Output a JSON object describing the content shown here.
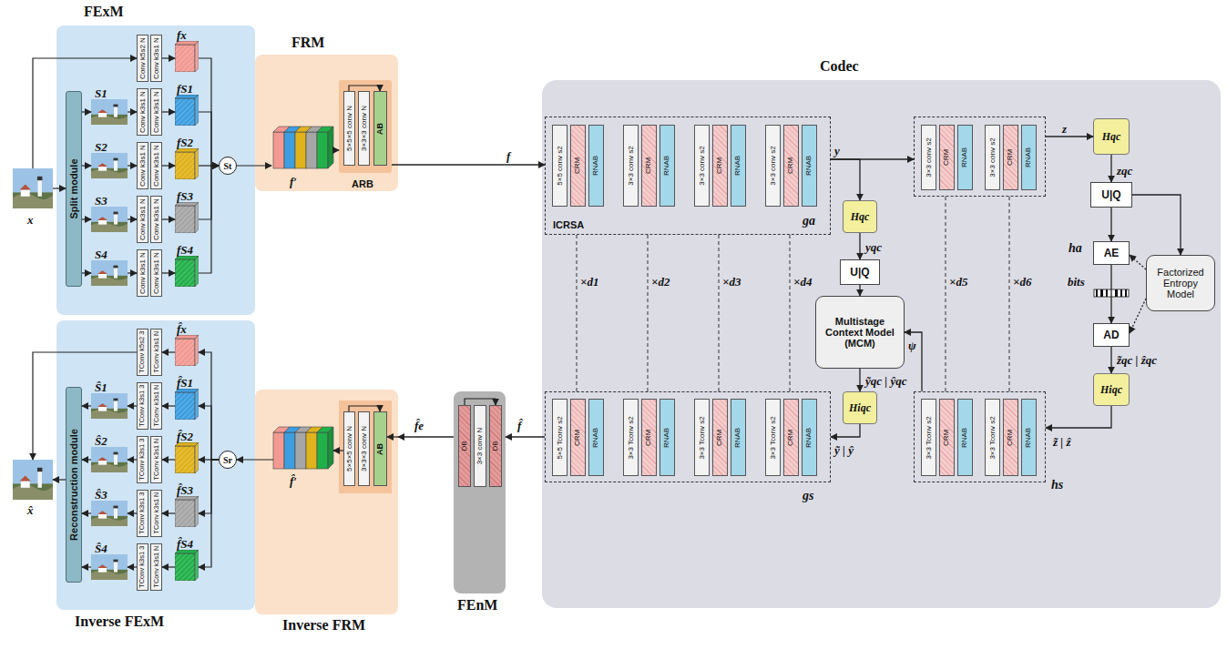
{
  "diagram": {
    "nodes": [
      {
        "text": [
          "FExM"
        ]
      },
      {
        "text": [
          "Split module"
        ],
        "in": 0
      },
      {
        "text": [
          "Conv k5s2 N"
        ],
        "in": 0
      },
      {
        "text": [
          "Conv k3s1 N"
        ],
        "in": 0
      },
      {
        "text": [
          "Conv k3s1 N"
        ],
        "in": 0
      },
      {
        "text": [
          "Conv k3s1 N"
        ],
        "in": 0
      },
      {
        "text": [
          "Conv k3s1 N"
        ],
        "in": 0
      },
      {
        "text": [
          "Conv k3s1 N"
        ],
        "in": 0
      },
      {
        "text": [
          "Conv k3s1 N"
        ],
        "in": 0
      },
      {
        "text": [
          "Conv k3s1 N"
        ],
        "in": 0
      },
      {
        "text": [
          "Conv k3s1 N"
        ],
        "in": 0
      },
      {
        "text": [
          "Conv k3s1 N"
        ],
        "in": 0
      },
      {
        "text": [
          "St"
        ],
        "in": 0
      },
      {
        "text": [
          "FRM"
        ]
      },
      {
        "text": [
          "ARB"
        ],
        "in": 13
      },
      {
        "text": [
          "5×5×5 conv N"
        ],
        "in": 14
      },
      {
        "text": [
          "3×3×3 conv N"
        ],
        "in": 14
      },
      {
        "text": [
          "AB"
        ],
        "in": 14
      },
      {
        "text": [
          "Codec"
        ]
      },
      {
        "text": [
          "ICRSA",
          "ga"
        ],
        "in": 18
      },
      {
        "text": [
          "5×5 conv s2"
        ],
        "in": 19
      },
      {
        "text": [
          "CRM"
        ],
        "in": 19
      },
      {
        "text": [
          "RNAB"
        ],
        "in": 19
      },
      {
        "text": [
          "3×3 conv s2"
        ],
        "in": 19
      },
      {
        "text": [
          "CRM"
        ],
        "in": 19
      },
      {
        "text": [
          "RNAB"
        ],
        "in": 19
      },
      {
        "text": [
          "3×3 conv s2"
        ],
        "in": 19
      },
      {
        "text": [
          "CRM"
        ],
        "in": 19
      },
      {
        "text": [
          "RNAB"
        ],
        "in": 19
      },
      {
        "text": [
          "3×3 conv s2"
        ],
        "in": 19
      },
      {
        "text": [
          "CRM"
        ],
        "in": 19
      },
      {
        "text": [
          "RNAB"
        ],
        "in": 19
      },
      {
        "text": [
          "ha"
        ],
        "in": 18
      },
      {
        "text": [
          "3×3 conv s2"
        ],
        "in": 32
      },
      {
        "text": [
          "CRM"
        ],
        "in": 32
      },
      {
        "text": [
          "RNAB"
        ],
        "in": 32
      },
      {
        "text": [
          "3×3 conv s2"
        ],
        "in": 32
      },
      {
        "text": [
          "CRM"
        ],
        "in": 32
      },
      {
        "text": [
          "RNAB"
        ],
        "in": 32
      },
      {
        "text": [
          "Hqc"
        ],
        "in": 18
      },
      {
        "text": [
          "U|Q"
        ],
        "in": 18
      },
      {
        "text": [
          "Multistage Context Model (MCM)"
        ],
        "in": 18
      },
      {
        "text": [
          "Hiqc"
        ],
        "in": 18
      },
      {
        "text": [
          "Hqc"
        ],
        "in": 18
      },
      {
        "text": [
          "U|Q"
        ],
        "in": 18
      },
      {
        "text": [
          "AE"
        ],
        "in": 18
      },
      {
        "text": [
          "AD"
        ],
        "in": 18
      },
      {
        "text": [
          "Factorized Entropy Model"
        ],
        "in": 18
      },
      {
        "text": [
          "Hiqc"
        ],
        "in": 18
      },
      {
        "text": [
          "gs"
        ],
        "in": 18
      },
      {
        "text": [
          "5×5 Tconv s2"
        ],
        "in": 49
      },
      {
        "text": [
          "CRM"
        ],
        "in": 49
      },
      {
        "text": [
          "RNAB"
        ],
        "in": 49
      },
      {
        "text": [
          "3×3 Tconv s2"
        ],
        "in": 49
      },
      {
        "text": [
          "CRM"
        ],
        "in": 49
      },
      {
        "text": [
          "RNAB"
        ],
        "in": 49
      },
      {
        "text": [
          "3×3 Tconv s2"
        ],
        "in": 49
      },
      {
        "text": [
          "CRM"
        ],
        "in": 49
      },
      {
        "text": [
          "RNAB"
        ],
        "in": 49
      },
      {
        "text": [
          "3×3 Tconv s2"
        ],
        "in": 49
      },
      {
        "text": [
          "CRM"
        ],
        "in": 49
      },
      {
        "text": [
          "RNAB"
        ],
        "in": 49
      },
      {
        "text": [
          "hs"
        ],
        "in": 18
      },
      {
        "text": [
          "3×3 Tconv s2"
        ],
        "in": 62
      },
      {
        "text": [
          "CRM"
        ],
        "in": 62
      },
      {
        "text": [
          "RNAB"
        ],
        "in": 62
      },
      {
        "text": [
          "3×3 Tconv s2"
        ],
        "in": 62
      },
      {
        "text": [
          "CRM"
        ],
        "in": 62
      },
      {
        "text": [
          "RNAB"
        ],
        "in": 62
      },
      {
        "text": [
          "FEnM"
        ]
      },
      {
        "text": [
          "DB"
        ],
        "in": 69
      },
      {
        "text": [
          "3×3 conv N"
        ],
        "in": 69
      },
      {
        "text": [
          "DB"
        ],
        "in": 69
      },
      {
        "text": [
          "Inverse FRM"
        ]
      },
      {
        "text": [
          "5×5×5 conv N"
        ],
        "in": 73
      },
      {
        "text": [
          "3×3×3 conv N"
        ],
        "in": 73
      },
      {
        "text": [
          "AB"
        ],
        "in": 73
      },
      {
        "text": [
          "Inverse FExM"
        ]
      },
      {
        "text": [
          "Reconstruction module"
        ],
        "in": 77
      },
      {
        "text": [
          "TConv k5s2 3"
        ],
        "in": 77
      },
      {
        "text": [
          "TConv k3s1 N"
        ],
        "in": 77
      },
      {
        "text": [
          "TConv k3s1 3"
        ],
        "in": 77
      },
      {
        "text": [
          "TConv k3s1 N"
        ],
        "in": 77
      },
      {
        "text": [
          "TConv k3s1 3"
        ],
        "in": 77
      },
      {
        "text": [
          "TConv k3s1 N"
        ],
        "in": 77
      },
      {
        "text": [
          "TConv k3s1 3"
        ],
        "in": 77
      },
      {
        "text": [
          "TConv k3s1 N"
        ],
        "in": 77
      },
      {
        "text": [
          "TConv k3s1 3"
        ],
        "in": 77
      },
      {
        "text": [
          "TConv k3s1 N"
        ],
        "in": 77
      },
      {
        "text": [
          "Sr"
        ],
        "in": 77
      }
    ],
    "edges": [
      {
        "from": 14,
        "to": 19,
        "arrow": "to",
        "label": "f"
      },
      {
        "from": 19,
        "to": 32,
        "arrow": "to",
        "label": "y"
      },
      {
        "from": 19,
        "to": 39,
        "arrow": "to"
      },
      {
        "from": 39,
        "to": 40,
        "arrow": "to",
        "label": "yqc"
      },
      {
        "from": 40,
        "to": 41,
        "arrow": "to"
      },
      {
        "from": 41,
        "to": 42,
        "arrow": "to",
        "label": "ỹqc | ŷqc"
      },
      {
        "from": 42,
        "to": 49,
        "arrow": "to",
        "label": "ỹ | ŷ"
      },
      {
        "from": 32,
        "to": 43,
        "arrow": "to",
        "label": "z"
      },
      {
        "from": 43,
        "to": 44,
        "arrow": "to",
        "label": "zqc"
      },
      {
        "from": 44,
        "to": 45,
        "arrow": "to"
      },
      {
        "from": 44,
        "to": 47,
        "arrow": "to"
      },
      {
        "from": 45,
        "to": 46,
        "arrow": "to",
        "label": "bits"
      },
      {
        "from": 47,
        "to": 45,
        "arrow": "to"
      },
      {
        "from": 47,
        "to": 46,
        "arrow": "to"
      },
      {
        "from": 46,
        "to": 48,
        "arrow": "to",
        "label": "z̃qc | ẑqc"
      },
      {
        "from": 48,
        "to": 62,
        "arrow": "to",
        "label": "z̃ | ẑ"
      },
      {
        "from": 62,
        "to": 41,
        "arrow": "to",
        "label": "ψ"
      },
      {
        "from": 49,
        "to": 69,
        "arrow": "to",
        "label": "f̂"
      },
      {
        "from": 69,
        "to": 73,
        "arrow": "to",
        "label": "f̂e"
      }
    ],
    "labels": [
      "x",
      "S1",
      "S2",
      "S3",
      "S4",
      "fx",
      "fS1",
      "fS2",
      "fS3",
      "fS4",
      "f′",
      "×d1",
      "×d2",
      "×d3",
      "×d4",
      "×d5",
      "×d6",
      "f̂′",
      "x̂",
      "Ŝ1",
      "Ŝ2",
      "Ŝ3",
      "Ŝ4",
      "f̂x",
      "f̂S1",
      "f̂S2",
      "f̂S3",
      "f̂S4"
    ]
  }
}
